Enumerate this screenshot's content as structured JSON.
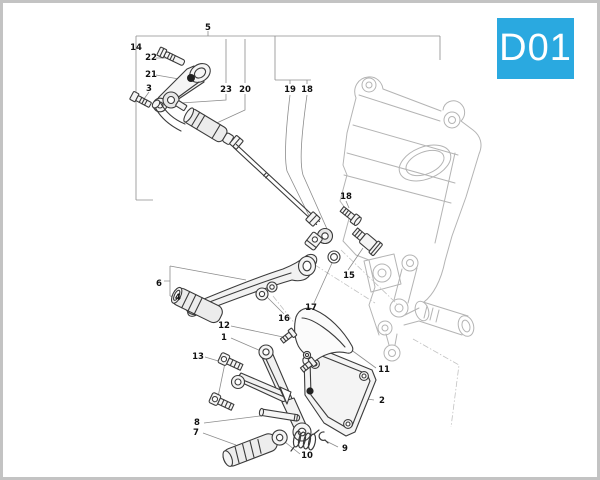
{
  "badge": {
    "label": "D01"
  },
  "colors": {
    "accent_blue": "#2aa9e0",
    "line_dark": "#3b3b3b",
    "line_light": "#b4b4b4",
    "page_border": "#c3c3c3"
  },
  "callouts": [
    {
      "num": "5"
    },
    {
      "num": "14"
    },
    {
      "num": "22"
    },
    {
      "num": "21"
    },
    {
      "num": "3"
    },
    {
      "num": "23"
    },
    {
      "num": "20"
    },
    {
      "num": "19"
    },
    {
      "num": "18"
    },
    {
      "num": "18"
    },
    {
      "num": "15"
    },
    {
      "num": "17"
    },
    {
      "num": "16"
    },
    {
      "num": "6"
    },
    {
      "num": "4"
    },
    {
      "num": "12"
    },
    {
      "num": "1"
    },
    {
      "num": "13"
    },
    {
      "num": "8"
    },
    {
      "num": "7"
    },
    {
      "num": "10"
    },
    {
      "num": "9"
    },
    {
      "num": "11"
    },
    {
      "num": "2"
    }
  ]
}
